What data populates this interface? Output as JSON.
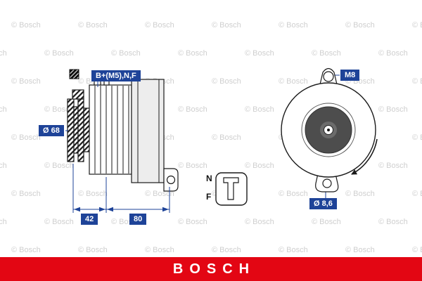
{
  "watermark": {
    "text": "© Bosch"
  },
  "footer": {
    "brand": "BOSCH"
  },
  "colors": {
    "accent_blue": "#1e4398",
    "bosch_red": "#e30613",
    "line_black": "#1a1a1a",
    "watermark_gray": "#cfcfcf"
  },
  "diagram": {
    "labels": {
      "terminals": "B+(M5),N,F",
      "pulley_diameter": "Ø 68",
      "dim_pulley_offset": "42",
      "dim_mounting": "80",
      "mounting_thread": "M8",
      "mounting_hole_diameter": "Ø 8,6",
      "connector_pin_top": "N",
      "connector_pin_bottom": "F"
    }
  }
}
